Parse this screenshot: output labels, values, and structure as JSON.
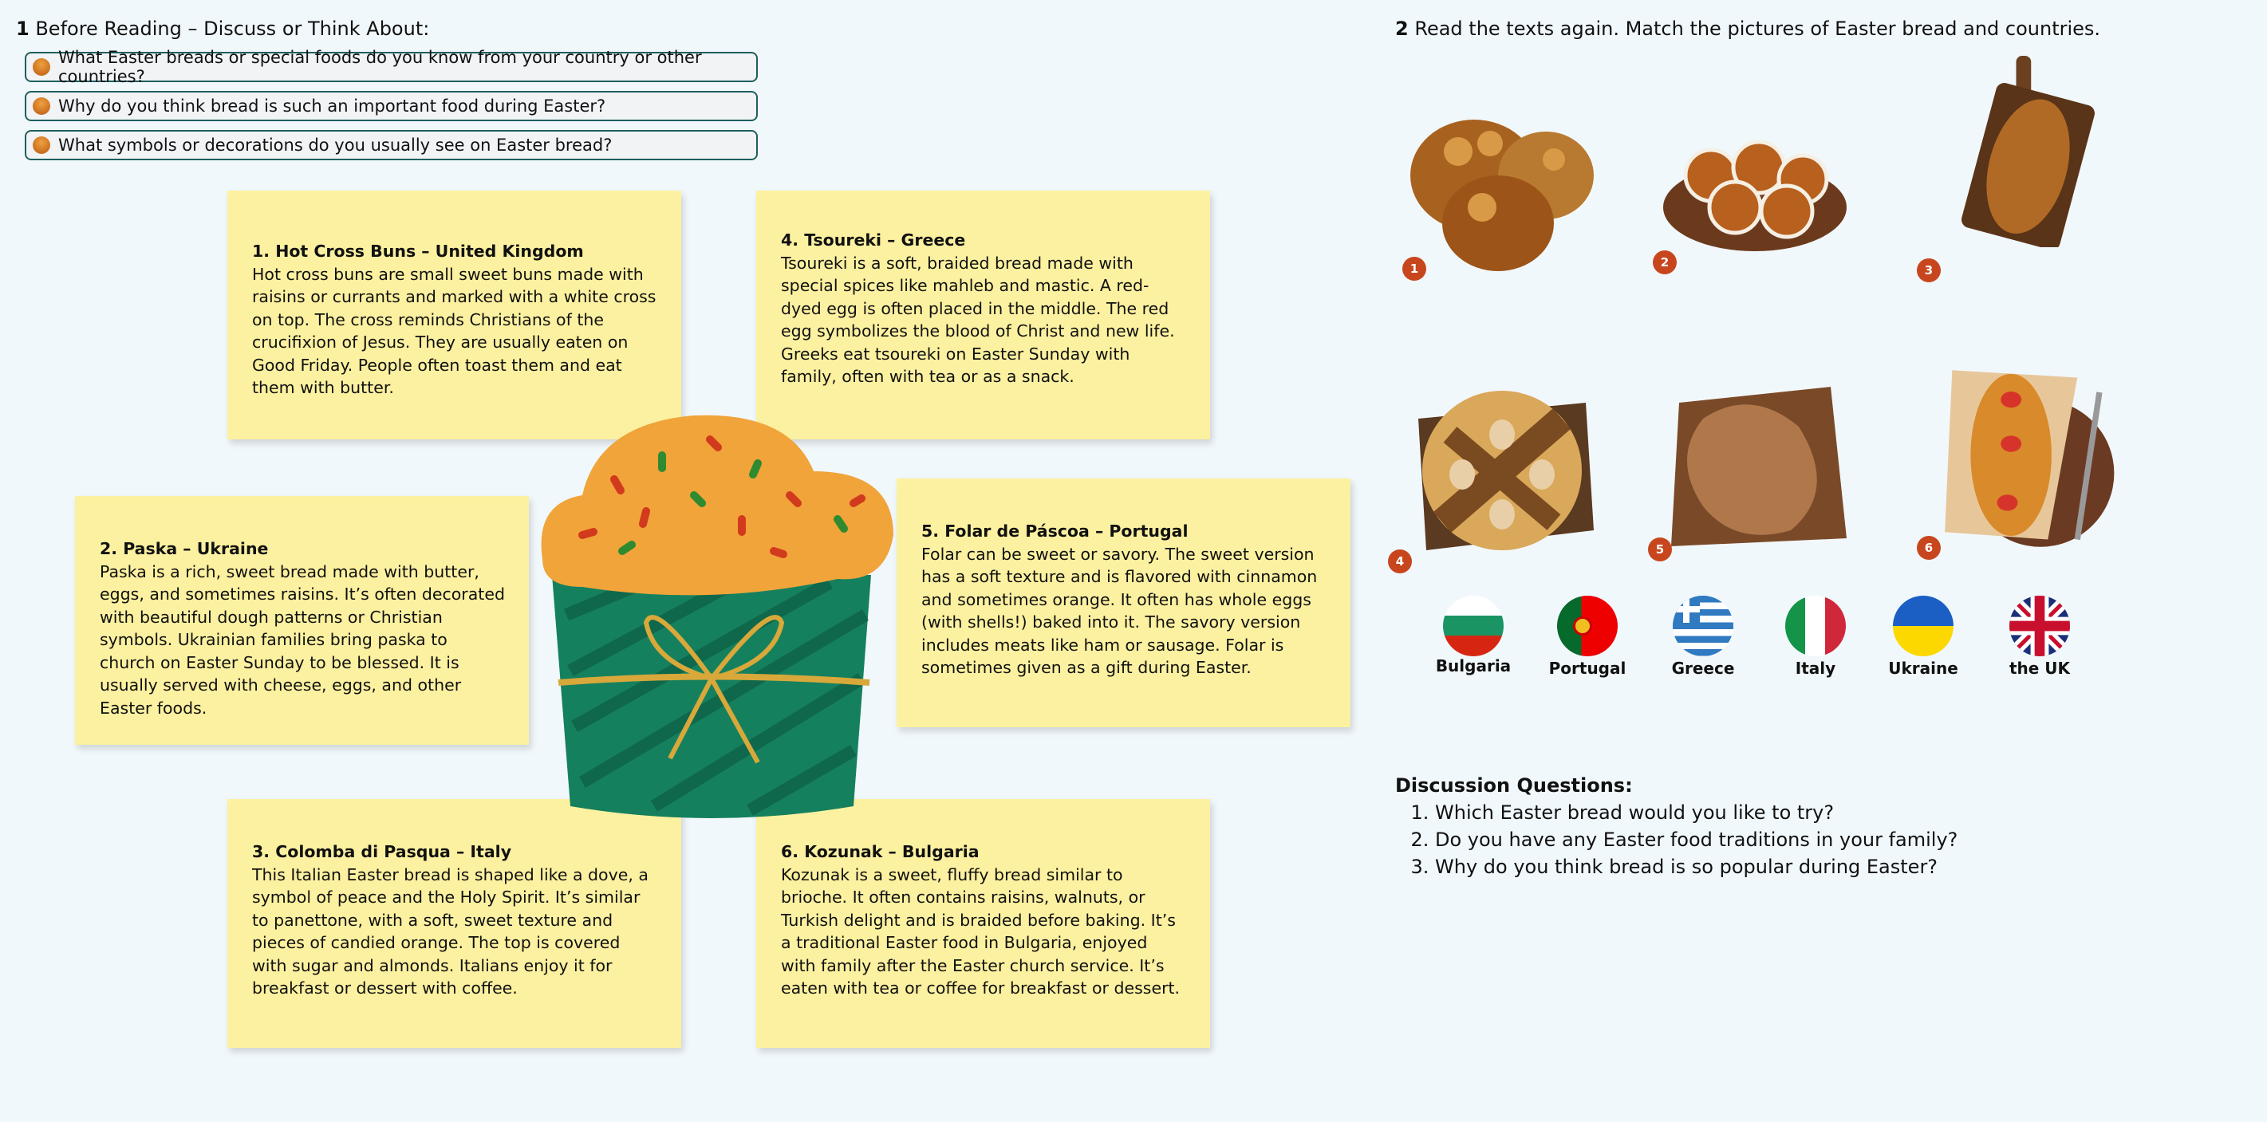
{
  "section1": {
    "number": "1",
    "title": "Before Reading – Discuss or Think About:",
    "questions": [
      "What Easter breads or special foods do you know from your country or other countries?",
      "Why do you think bread is such an important food during Easter?",
      "What symbols or decorations do you usually see on Easter bread?"
    ]
  },
  "notes": [
    {
      "title": "1. Hot Cross Buns – United Kingdom",
      "text": "Hot cross buns are small sweet buns made with raisins or currants and marked with a white cross on top. The cross reminds Christians of the crucifixion of Jesus. They are usually eaten on Good Friday. People often toast them and eat them with butter."
    },
    {
      "title": "2. Paska – Ukraine",
      "text": "Paska is a rich, sweet bread made with butter, eggs, and sometimes raisins. It’s often decorated with beautiful dough patterns or Christian symbols. Ukrainian families bring paska to church on Easter Sunday to be blessed. It is usually served with cheese, eggs, and other Easter foods."
    },
    {
      "title": "3. Colomba di Pasqua – Italy",
      "text": "This Italian Easter bread is shaped like a dove, a symbol of peace and the Holy Spirit. It’s similar to panettone, with a soft, sweet texture and pieces of candied orange. The top is covered with sugar and almonds. Italians enjoy it for breakfast or dessert with coffee."
    },
    {
      "title": "4. Tsoureki – Greece",
      "text": "Tsoureki is a soft, braided bread made with special spices like mahleb and mastic. A red-dyed egg is often placed in the middle. The red egg symbolizes the blood of Christ and new life. Greeks eat tsoureki on Easter Sunday with family, often with tea or as a snack."
    },
    {
      "title": "5. Folar de Páscoa – Portugal",
      "text": "Folar can be sweet or savory. The sweet version has a soft texture and is flavored with cinnamon and sometimes orange. It often has whole eggs (with shells!) baked into it. The savory version includes meats like ham or sausage. Folar is sometimes given as a gift during Easter."
    },
    {
      "title": "6. Kozunak – Bulgaria",
      "text": "Kozunak is a sweet, fluffy bread similar to brioche. It often contains raisins, walnuts, or Turkish delight and is braided before baking. It’s a traditional Easter food in Bulgaria, enjoyed with family after the Easter church service. It’s eaten with tea or coffee for breakfast or dessert."
    }
  ],
  "section2": {
    "number": "2",
    "title": "Read the texts again. Match the pictures of Easter bread and countries.",
    "pictures": [
      "1",
      "2",
      "3",
      "4",
      "5",
      "6"
    ],
    "countries": [
      "Bulgaria",
      "Portugal",
      "Greece",
      "Italy",
      "Ukraine",
      "the UK"
    ]
  },
  "discussion": {
    "title": "Discussion Questions:",
    "items": [
      "Which Easter bread would you like to try?",
      "Do you have any Easter food traditions in your family?",
      "Why do you think bread is so popular during Easter?"
    ]
  },
  "colors": {
    "background": "#f1f8fc",
    "note": "#fcf1a0",
    "badge": "#c8461e",
    "question_border": "#1f5f5f"
  }
}
